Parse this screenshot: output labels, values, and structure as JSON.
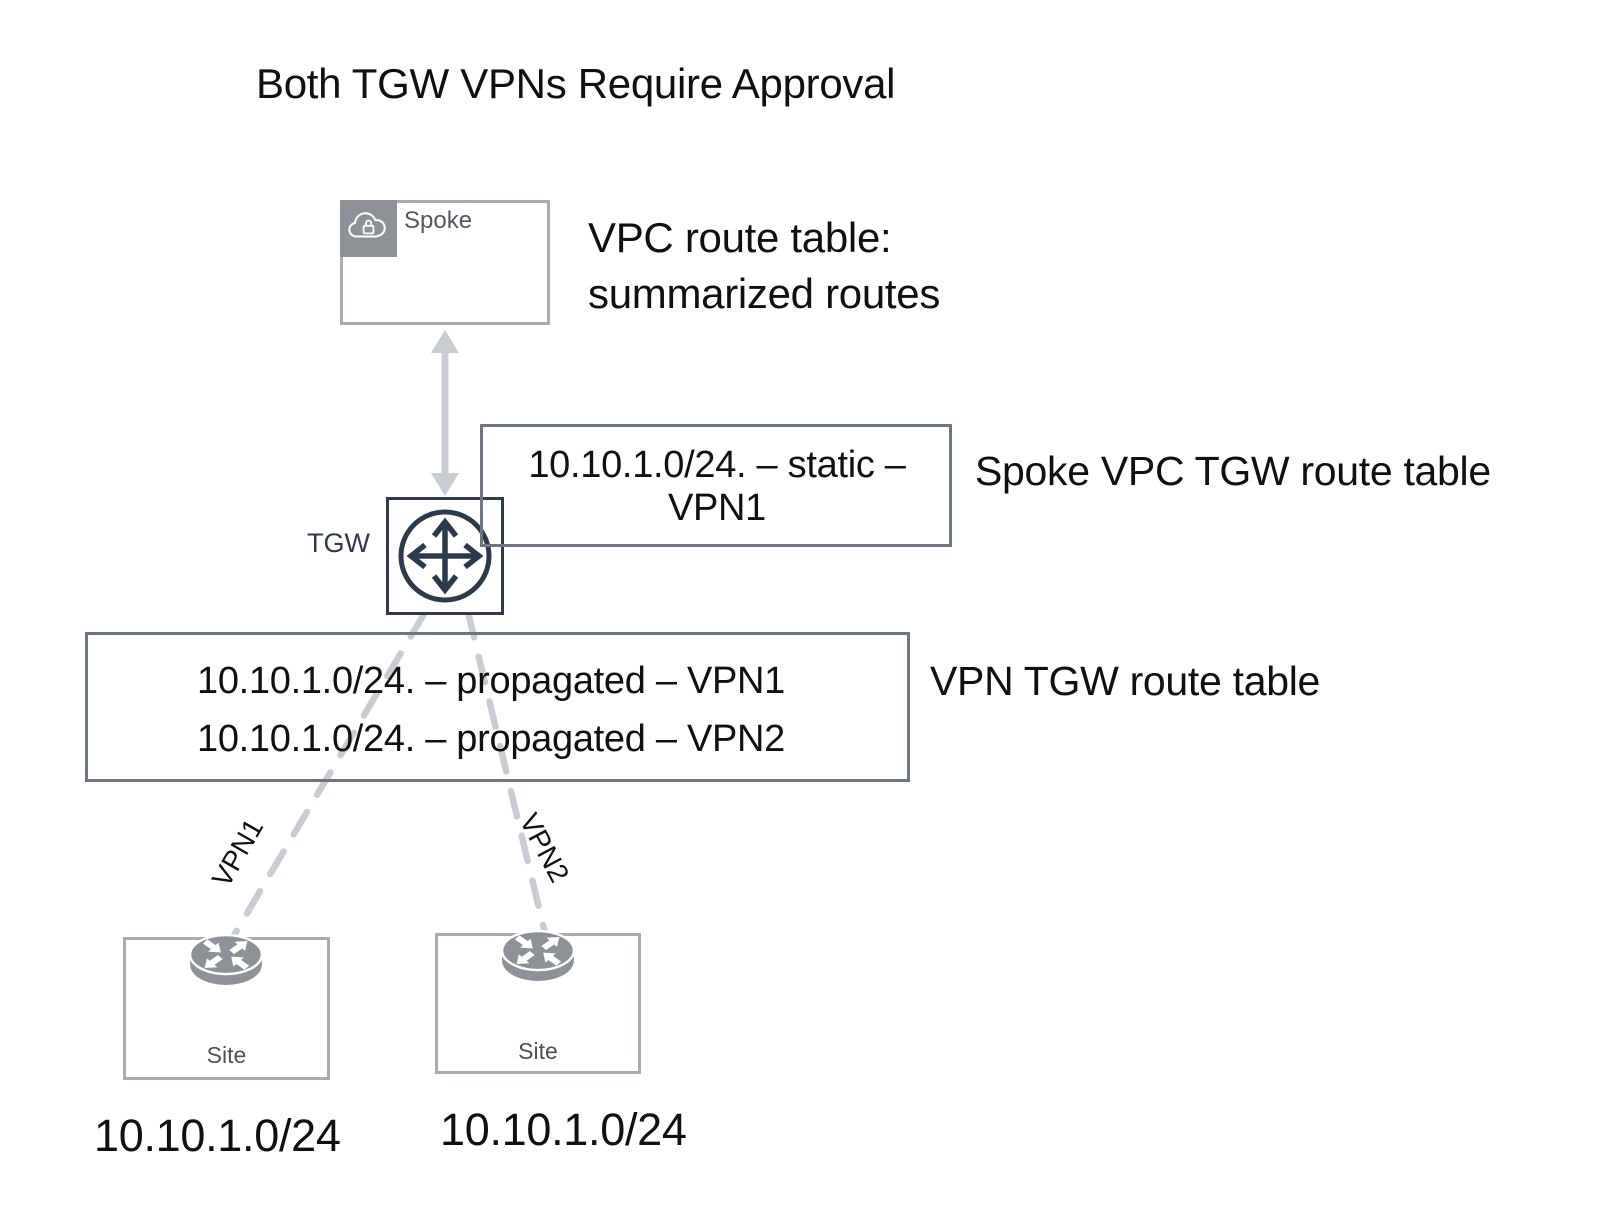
{
  "title": "Both TGW VPNs Require Approval",
  "spoke": {
    "label": "Spoke"
  },
  "tgw": {
    "label": "TGW"
  },
  "notes": {
    "vpc": "VPC route table:\nsummarized routes",
    "spoke_tgw": "Spoke VPC TGW route table",
    "vpn_tgw": "VPN TGW route table"
  },
  "route_tables": {
    "spoke_vpc": {
      "rows": [
        "10.10.1.0/24. – static – VPN1"
      ]
    },
    "vpn": {
      "rows": [
        "10.10.1.0/24. – propagated – VPN1",
        "10.10.1.0/24. – propagated – VPN2"
      ]
    }
  },
  "links": {
    "vpn1": "VPN1",
    "vpn2": "VPN2"
  },
  "sites": [
    {
      "label": "Site",
      "cidr": "10.10.1.0/24"
    },
    {
      "label": "Site",
      "cidr": "10.10.1.0/24"
    }
  ],
  "icons": {
    "spoke_corner": "vpc-cloud-lock-icon",
    "tgw": "transit-gateway-icon",
    "site": "router-icon",
    "connector": "double-arrow-icon"
  },
  "colors": {
    "accent_navy": "#2c3a4b",
    "border_slate": "#6e7681",
    "border_light": "#a8abb0",
    "icon_gray": "#8d9297",
    "connector_gray": "#c9cdd1",
    "text": "#101010"
  }
}
